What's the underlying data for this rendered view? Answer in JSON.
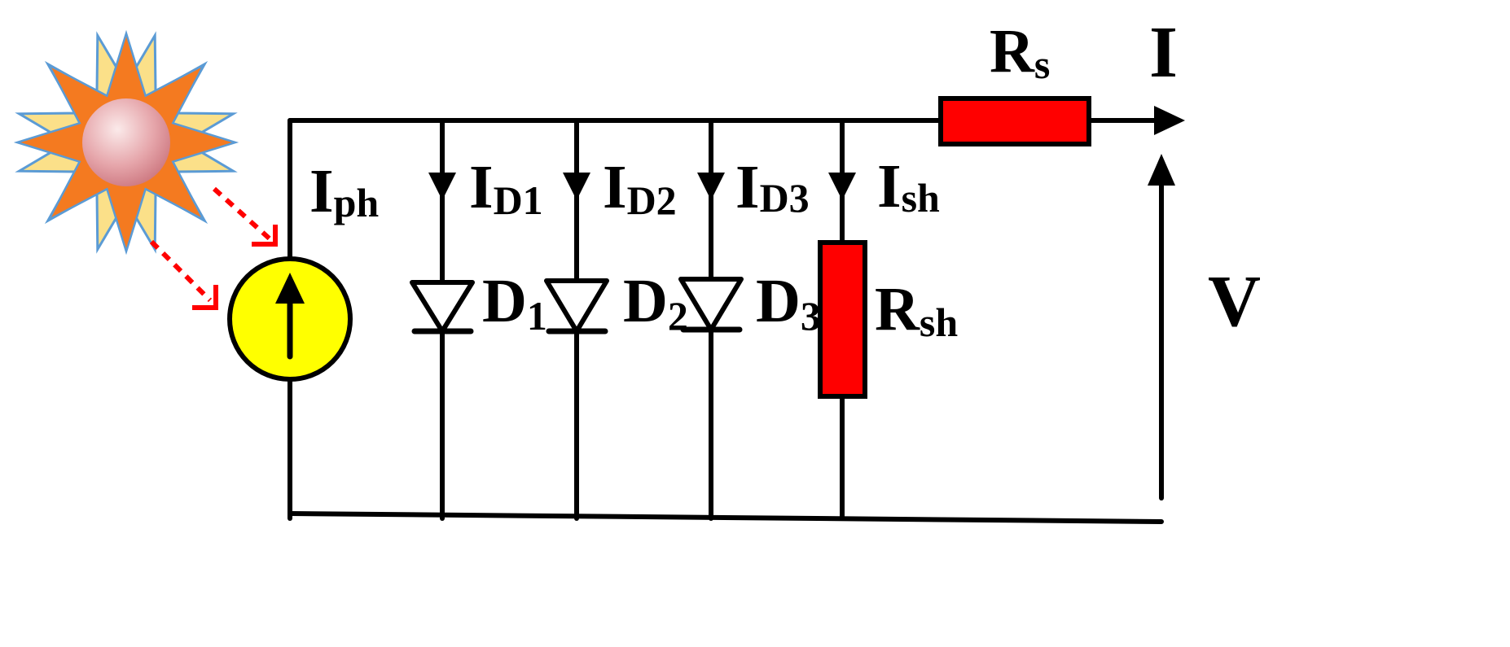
{
  "colors": {
    "wire": "#000000",
    "source_fill": "#ffff00",
    "resistor_fill": "#ff0000",
    "light_ray": "#ff0000",
    "sun_outer_rays": "#fbe089",
    "sun_inner_rays": "#f47a20",
    "sun_ray_outline": "#5b9bd5",
    "sun_core": "#e8a8ac"
  },
  "icons": {
    "sun": "sun-icon",
    "current_source": "current-source-icon",
    "diode": "diode-icon",
    "resistor": "resistor-icon"
  },
  "labels": {
    "iph": {
      "main": "I",
      "sub": "ph"
    },
    "id1": {
      "main": "I",
      "sub": "D1"
    },
    "id2": {
      "main": "I",
      "sub": "D2"
    },
    "id3": {
      "main": "I",
      "sub": "D3"
    },
    "ish": {
      "main": "I",
      "sub": "sh"
    },
    "d1": {
      "main": "D",
      "sub": "1"
    },
    "d2": {
      "main": "D",
      "sub": "2"
    },
    "d3": {
      "main": "D",
      "sub": "3"
    },
    "rsh": {
      "main": "R",
      "sub": "sh"
    },
    "rs": {
      "main": "R",
      "sub": "s"
    },
    "i_out": "I",
    "v_out": "V"
  }
}
